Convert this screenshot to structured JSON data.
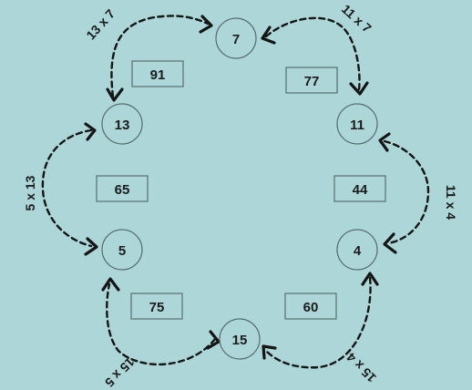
{
  "nodes": {
    "top": "7",
    "upper_right": "11",
    "lower_right": "4",
    "bottom": "15",
    "lower_left": "5",
    "upper_left": "13"
  },
  "products": {
    "top_left": "91",
    "top_right": "77",
    "right": "44",
    "bottom_right": "60",
    "bottom_left": "75",
    "left": "65"
  },
  "edge_labels": {
    "top_left": "13 x 7",
    "top_right": "11 x 7",
    "right": "11 x 4",
    "bottom_right": "15 x 4",
    "bottom_left": "15 x 5",
    "left": "5 x 13"
  }
}
